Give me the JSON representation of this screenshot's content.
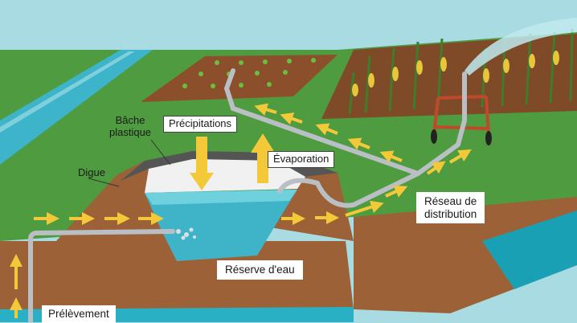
{
  "labels": {
    "bache": "Bâche\nplastique",
    "precipitations": "Précipitations",
    "evaporation": "Évaporation",
    "digue": "Digue",
    "reseau": "Réseau de\ndistribution",
    "reserve": "Réserve d'eau",
    "prelevement": "Prélèvement"
  },
  "colors": {
    "sky": "#a9dbe3",
    "grass": "#4e9a3e",
    "soil": "#a8693b",
    "water": "#3fb4c8",
    "arrow": "#f3c93a",
    "pipe": "#b9bfc4",
    "frame": "#c0492b"
  }
}
